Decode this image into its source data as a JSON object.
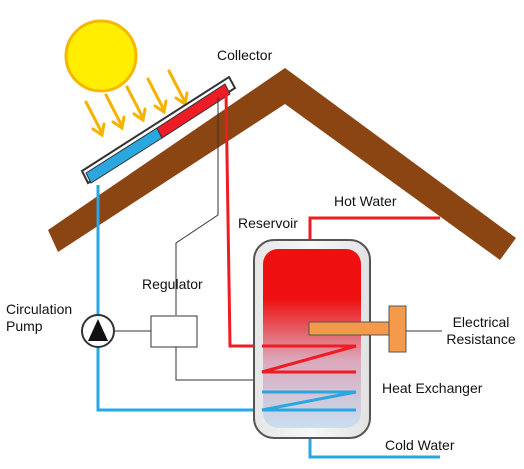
{
  "labels": {
    "collector": "Collector",
    "hot_water": "Hot Water",
    "reservoir": "Reservoir",
    "regulator": "Regulator",
    "circulation_pump_line1": "Circulation",
    "circulation_pump_line2": "Pump",
    "electrical_resistance_line1": "Electrical",
    "electrical_resistance_line2": "Resistance",
    "heat_exchanger": "Heat Exchanger",
    "cold_water": "Cold Water"
  },
  "colors": {
    "roof": "#8b4513",
    "sun": "#ffee00",
    "sun_outline": "#f5b800",
    "rays": "#f7b200",
    "hot_pipe": "#ee1c25",
    "cold_pipe": "#2aa7df",
    "tank_outline": "#555555",
    "resistance": "#f49a4a",
    "wire": "#333333"
  },
  "icons": {
    "pump": "pump-icon",
    "sun": "sun-icon"
  }
}
